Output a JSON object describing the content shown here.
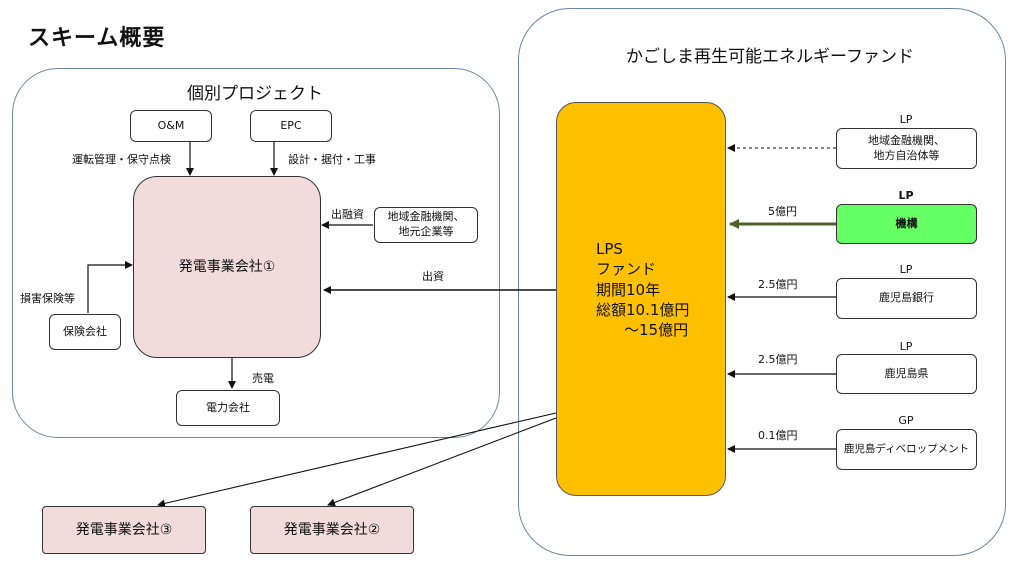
{
  "title": "スキーム概要",
  "left_group": {
    "title": "個別プロジェクト",
    "om": "O&M",
    "epc": "EPC",
    "om_label": "運転管理・保守点検",
    "epc_label": "設計・据付・工事",
    "company1": "発電事業会社①",
    "local_funders": "地域金融機関、\n地元企業等",
    "shuyushi": "出融資",
    "insurance_label": "損害保険等",
    "insurance_co": "保険会社",
    "baiden": "売電",
    "power_co": "電力会社"
  },
  "right_group": {
    "title": "かごしま再生可能エネルギーファンド",
    "fund": {
      "line1": "LPS",
      "line2": "ファンド",
      "line3": "期間10年",
      "line4": "総額10.1億円",
      "line5": "～15億円"
    },
    "investors": [
      {
        "role": "LP",
        "name": "地域金融機関、\n地方自治体等",
        "amount": ""
      },
      {
        "role": "LP",
        "name": "機構",
        "amount": "5億円"
      },
      {
        "role": "LP",
        "name": "鹿児島銀行",
        "amount": "2.5億円"
      },
      {
        "role": "LP",
        "name": "鹿児島県",
        "amount": "2.5億円"
      },
      {
        "role": "GP",
        "name": "鹿児島ディベロップメント",
        "amount": "0.1億円"
      }
    ]
  },
  "investment_label": "出資",
  "company3": "発電事業会社③",
  "company2": "発電事業会社②",
  "colors": {
    "fund": "#ffc000",
    "kiko": "#66ff66",
    "kiko_arrow": "#4f6228",
    "company": "#f2dcdb",
    "group_border": "#6b86a6"
  }
}
